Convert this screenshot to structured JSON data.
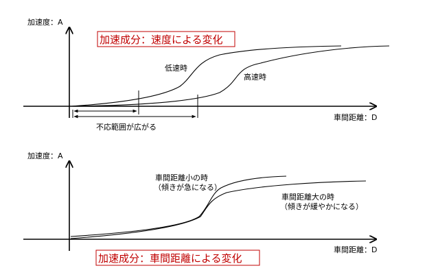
{
  "top": {
    "y_axis_label": "加速度：A",
    "x_axis_label": "車間距離：D",
    "title": "加速成分：速度による変化",
    "curve_low_label": "低速時",
    "curve_high_label": "高速時",
    "range_label": "不応範囲が広がる"
  },
  "bottom": {
    "y_axis_label": "加速度：A",
    "x_axis_label": "車間距離：D",
    "title": "加速成分：車間距離による変化",
    "curve_small_label": "車間距離小の時",
    "curve_small_note": "（傾きが急になる）",
    "curve_large_label": "車間距離大の時",
    "curve_large_note": "（傾きが緩やかになる）"
  },
  "colors": {
    "title_red": "#c00000",
    "line": "#000000"
  }
}
